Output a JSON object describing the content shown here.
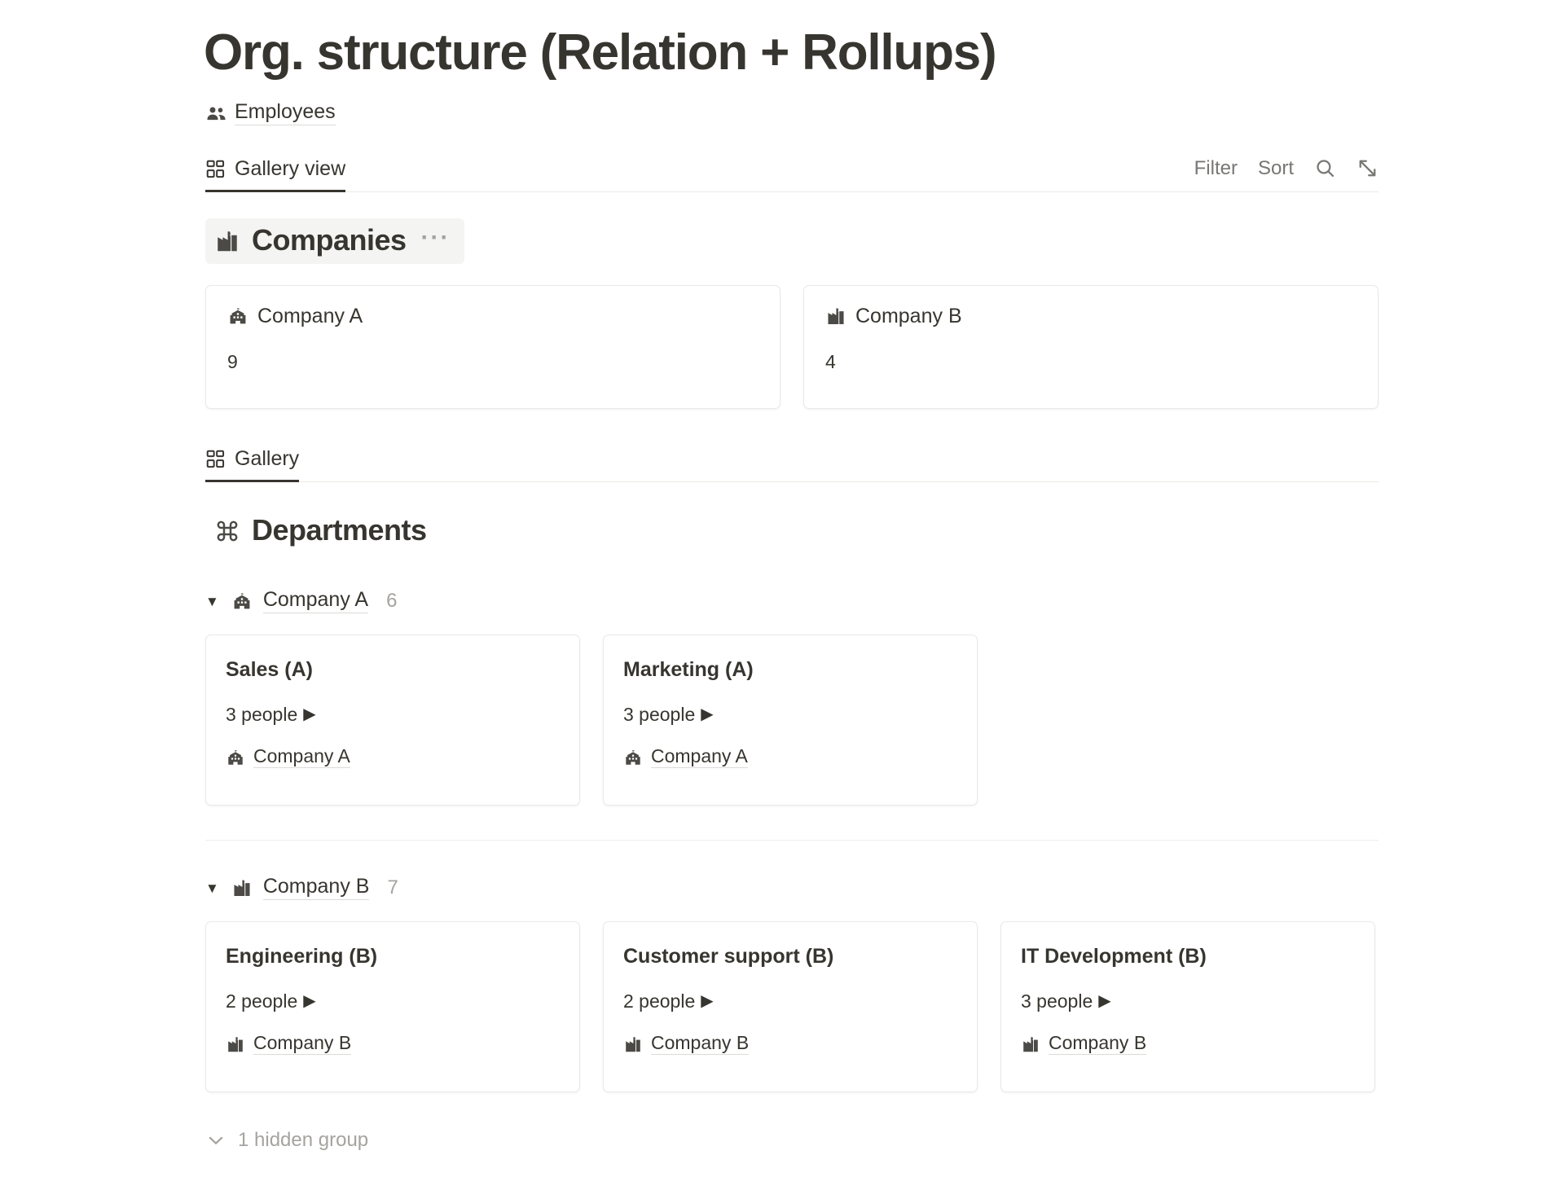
{
  "page": {
    "title": "Org. structure (Relation + Rollups)",
    "source_db": {
      "label": "Employees",
      "icon": "people-group-icon"
    }
  },
  "view_bar_top": {
    "tab": {
      "label": "Gallery view",
      "icon": "gallery-grid-icon",
      "active": true
    },
    "toolbar": {
      "filter_label": "Filter",
      "sort_label": "Sort",
      "search_icon": "search-icon",
      "expand_icon": "expand-diagonal-icon"
    }
  },
  "companies_section": {
    "heading": "Companies",
    "icon": "factory-building-icon",
    "menu": "···",
    "cards": [
      {
        "name": "Company A",
        "icon": "school-building-icon",
        "value": "9"
      },
      {
        "name": "Company B",
        "icon": "factory-building-icon",
        "value": "4"
      }
    ]
  },
  "view_bar_bottom": {
    "tab": {
      "label": "Gallery",
      "icon": "gallery-grid-icon",
      "active": true
    }
  },
  "departments_section": {
    "heading": "Departments",
    "icon": "command-loop-icon",
    "groups": [
      {
        "name": "Company A",
        "icon": "school-building-icon",
        "count": "6",
        "expanded": true,
        "caret": "▼",
        "cards": [
          {
            "title": "Sales (A)",
            "people": "3 people",
            "arrow": "▶",
            "relation": "Company A",
            "relation_icon": "school-building-icon"
          },
          {
            "title": "Marketing (A)",
            "people": "3 people",
            "arrow": "▶",
            "relation": "Company A",
            "relation_icon": "school-building-icon"
          }
        ]
      },
      {
        "name": "Company B",
        "icon": "factory-building-icon",
        "count": "7",
        "expanded": true,
        "caret": "▼",
        "cards": [
          {
            "title": "Engineering (B)",
            "people": "2 people",
            "arrow": "▶",
            "relation": "Company B",
            "relation_icon": "factory-building-icon"
          },
          {
            "title": "Customer support (B)",
            "people": "2 people",
            "arrow": "▶",
            "relation": "Company B",
            "relation_icon": "factory-building-icon"
          },
          {
            "title": "IT Development (B)",
            "people": "3 people",
            "arrow": "▶",
            "relation": "Company B",
            "relation_icon": "factory-building-icon"
          }
        ]
      }
    ],
    "hidden_group_label": "1 hidden group"
  },
  "colors": {
    "text": "#37352f",
    "muted": "#787774",
    "faint": "#a5a39f",
    "border": "#eae9e6",
    "shade": "#f4f4f3",
    "background": "#ffffff"
  }
}
